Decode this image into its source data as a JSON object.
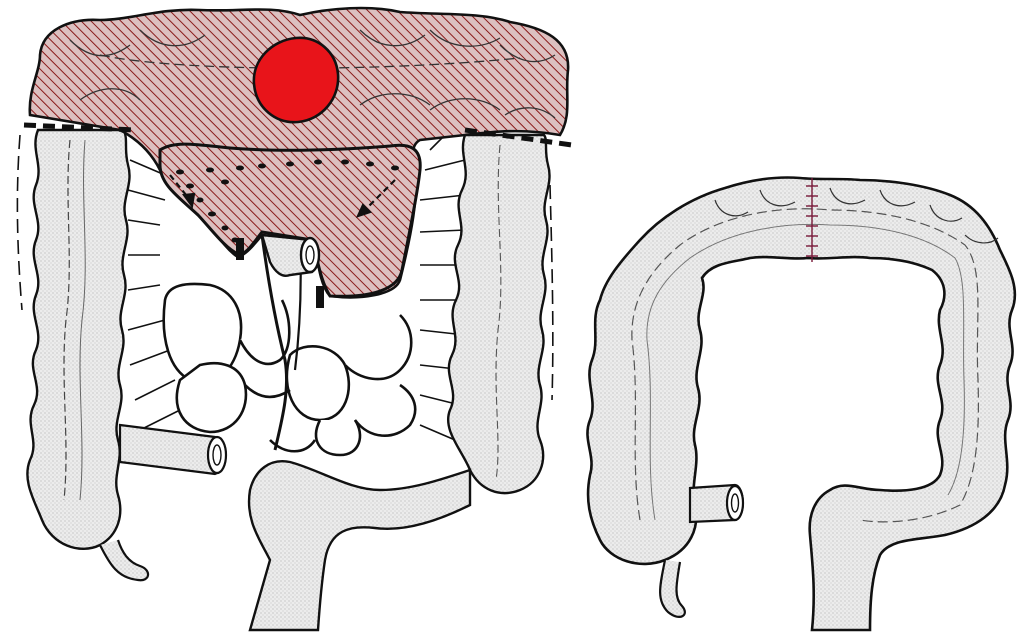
{
  "figure": {
    "panels": [
      {
        "id": "before",
        "content": "colon-with-tumor-and-resection-zone"
      },
      {
        "id": "after",
        "content": "colon-after-anastomosis"
      }
    ]
  },
  "colors": {
    "tumor": "#e8141a",
    "hatch_stroke": "#8a1a1a",
    "hatch_bg": "#d9b3b3",
    "tissue": "#ededed",
    "outline": "#111111",
    "anastomosis": "#7a1a3a",
    "background": "#ffffff"
  },
  "icons": {
    "tumor": "tumor-mass-icon",
    "cut_line": "dashed-cut-line-icon",
    "arrow": "lymph-flow-arrow-icon",
    "clamp": "vessel-ligature-icon"
  }
}
